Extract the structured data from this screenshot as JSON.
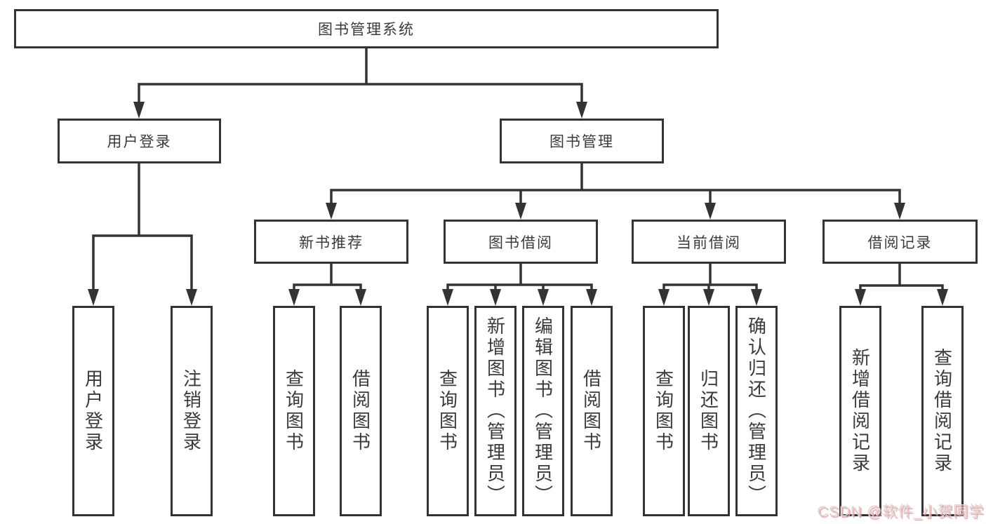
{
  "diagram": {
    "title": "图书管理系统",
    "root": {
      "label": "图书管理系统"
    },
    "branches": [
      {
        "label": "用户登录",
        "children": [
          {
            "label": "用户登录"
          },
          {
            "label": "注销登录"
          }
        ]
      },
      {
        "label": "图书管理",
        "sections": [
          {
            "label": "新书推荐",
            "children": [
              {
                "label": "查询图书"
              },
              {
                "label": "借阅图书"
              }
            ]
          },
          {
            "label": "图书借阅",
            "children": [
              {
                "label": "查询图书"
              },
              {
                "label": "新增图书（管理员）"
              },
              {
                "label": "编辑图书（管理员）"
              },
              {
                "label": "借阅图书"
              }
            ]
          },
          {
            "label": "当前借阅",
            "children": [
              {
                "label": "查询图书"
              },
              {
                "label": "归还图书"
              },
              {
                "label": "确认归还（管理员）"
              }
            ]
          },
          {
            "label": "借阅记录",
            "children": [
              {
                "label": "新增借阅记录"
              },
              {
                "label": "查询借阅记录"
              }
            ]
          }
        ]
      }
    ]
  },
  "watermark": {
    "text": "CSDN @软件_小贺同学"
  },
  "colors": {
    "line": "#333333",
    "text": "#3a3a3a",
    "background": "#ffffff",
    "watermark_text": "#d6d6d6",
    "watermark_shadow": "#ef9c9c"
  }
}
